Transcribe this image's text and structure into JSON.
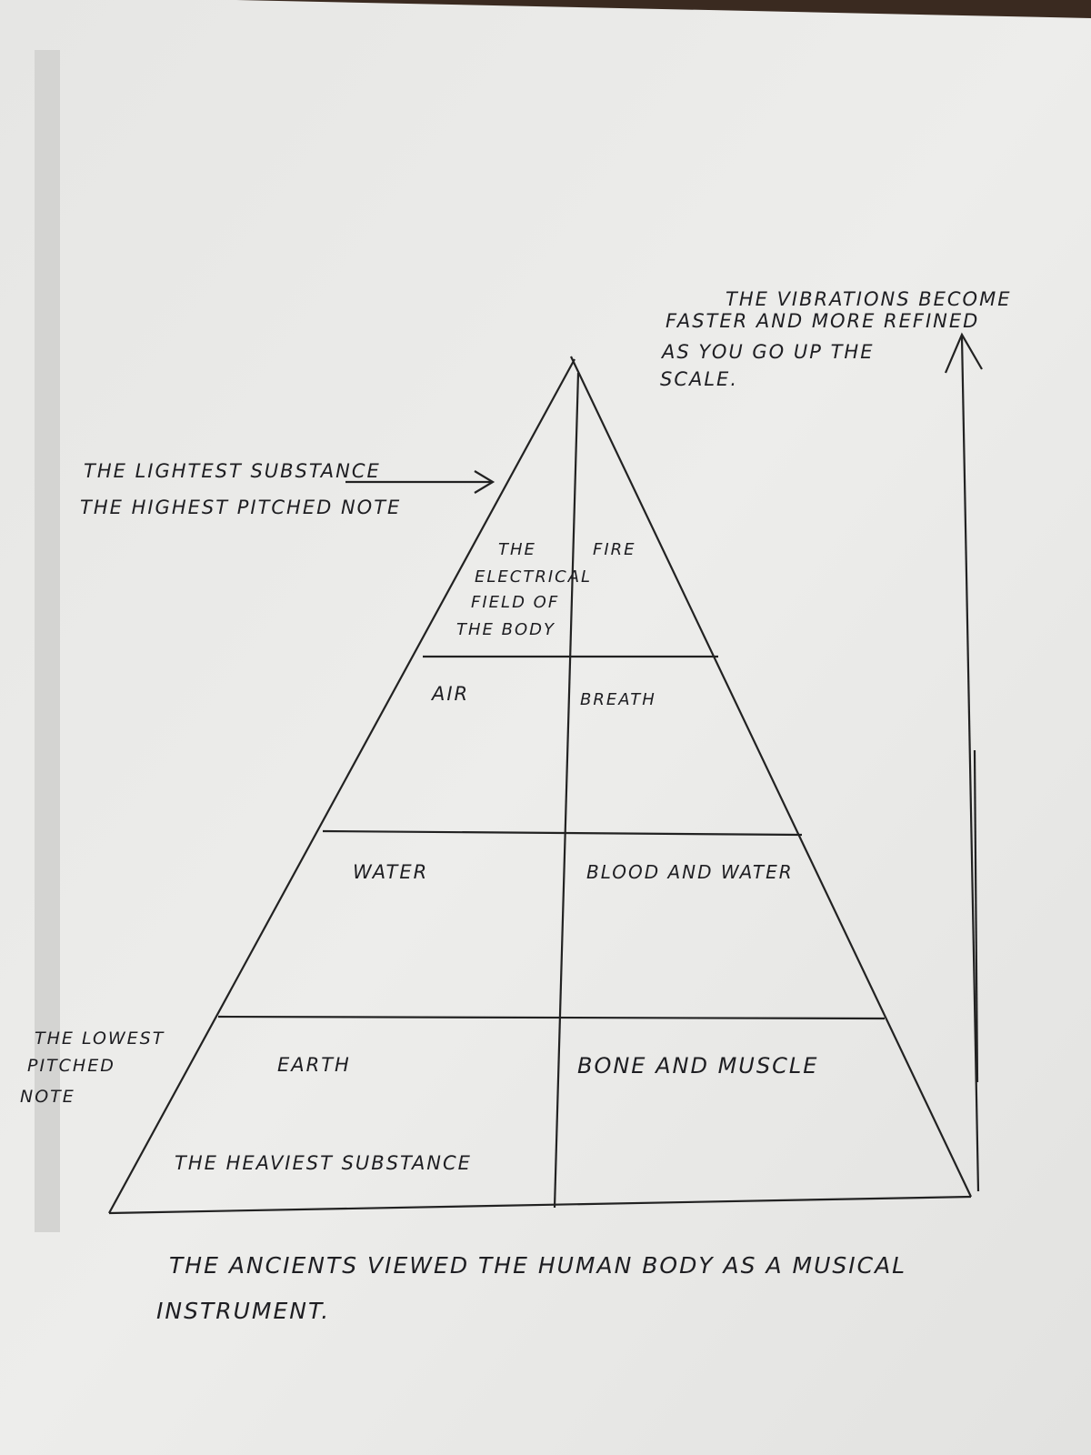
{
  "top_note": [
    "THE VIBRATIONS BECOME",
    "FASTER AND MORE REFINED",
    "AS YOU GO UP THE",
    "SCALE."
  ],
  "lightest": [
    "THE LIGHTEST SUBSTANCE",
    "THE HIGHEST PITCHED NOTE"
  ],
  "lowest": [
    "THE LOWEST",
    "PITCHED",
    "NOTE"
  ],
  "heaviest": "THE HEAVIEST SUBSTANCE",
  "levels": [
    {
      "element": [
        "THE",
        "ELECTRICAL",
        "FIELD OF",
        "THE BODY"
      ],
      "body": "FIRE"
    },
    {
      "element": [
        "AIR"
      ],
      "body": "BREATH"
    },
    {
      "element": [
        "WATER"
      ],
      "body": "BLOOD AND WATER"
    },
    {
      "element": [
        "EARTH"
      ],
      "body": "BONE AND MUSCLE"
    }
  ],
  "caption": [
    "THE ANCIENTS VIEWED THE HUMAN BODY AS A MUSICAL",
    "INSTRUMENT."
  ]
}
